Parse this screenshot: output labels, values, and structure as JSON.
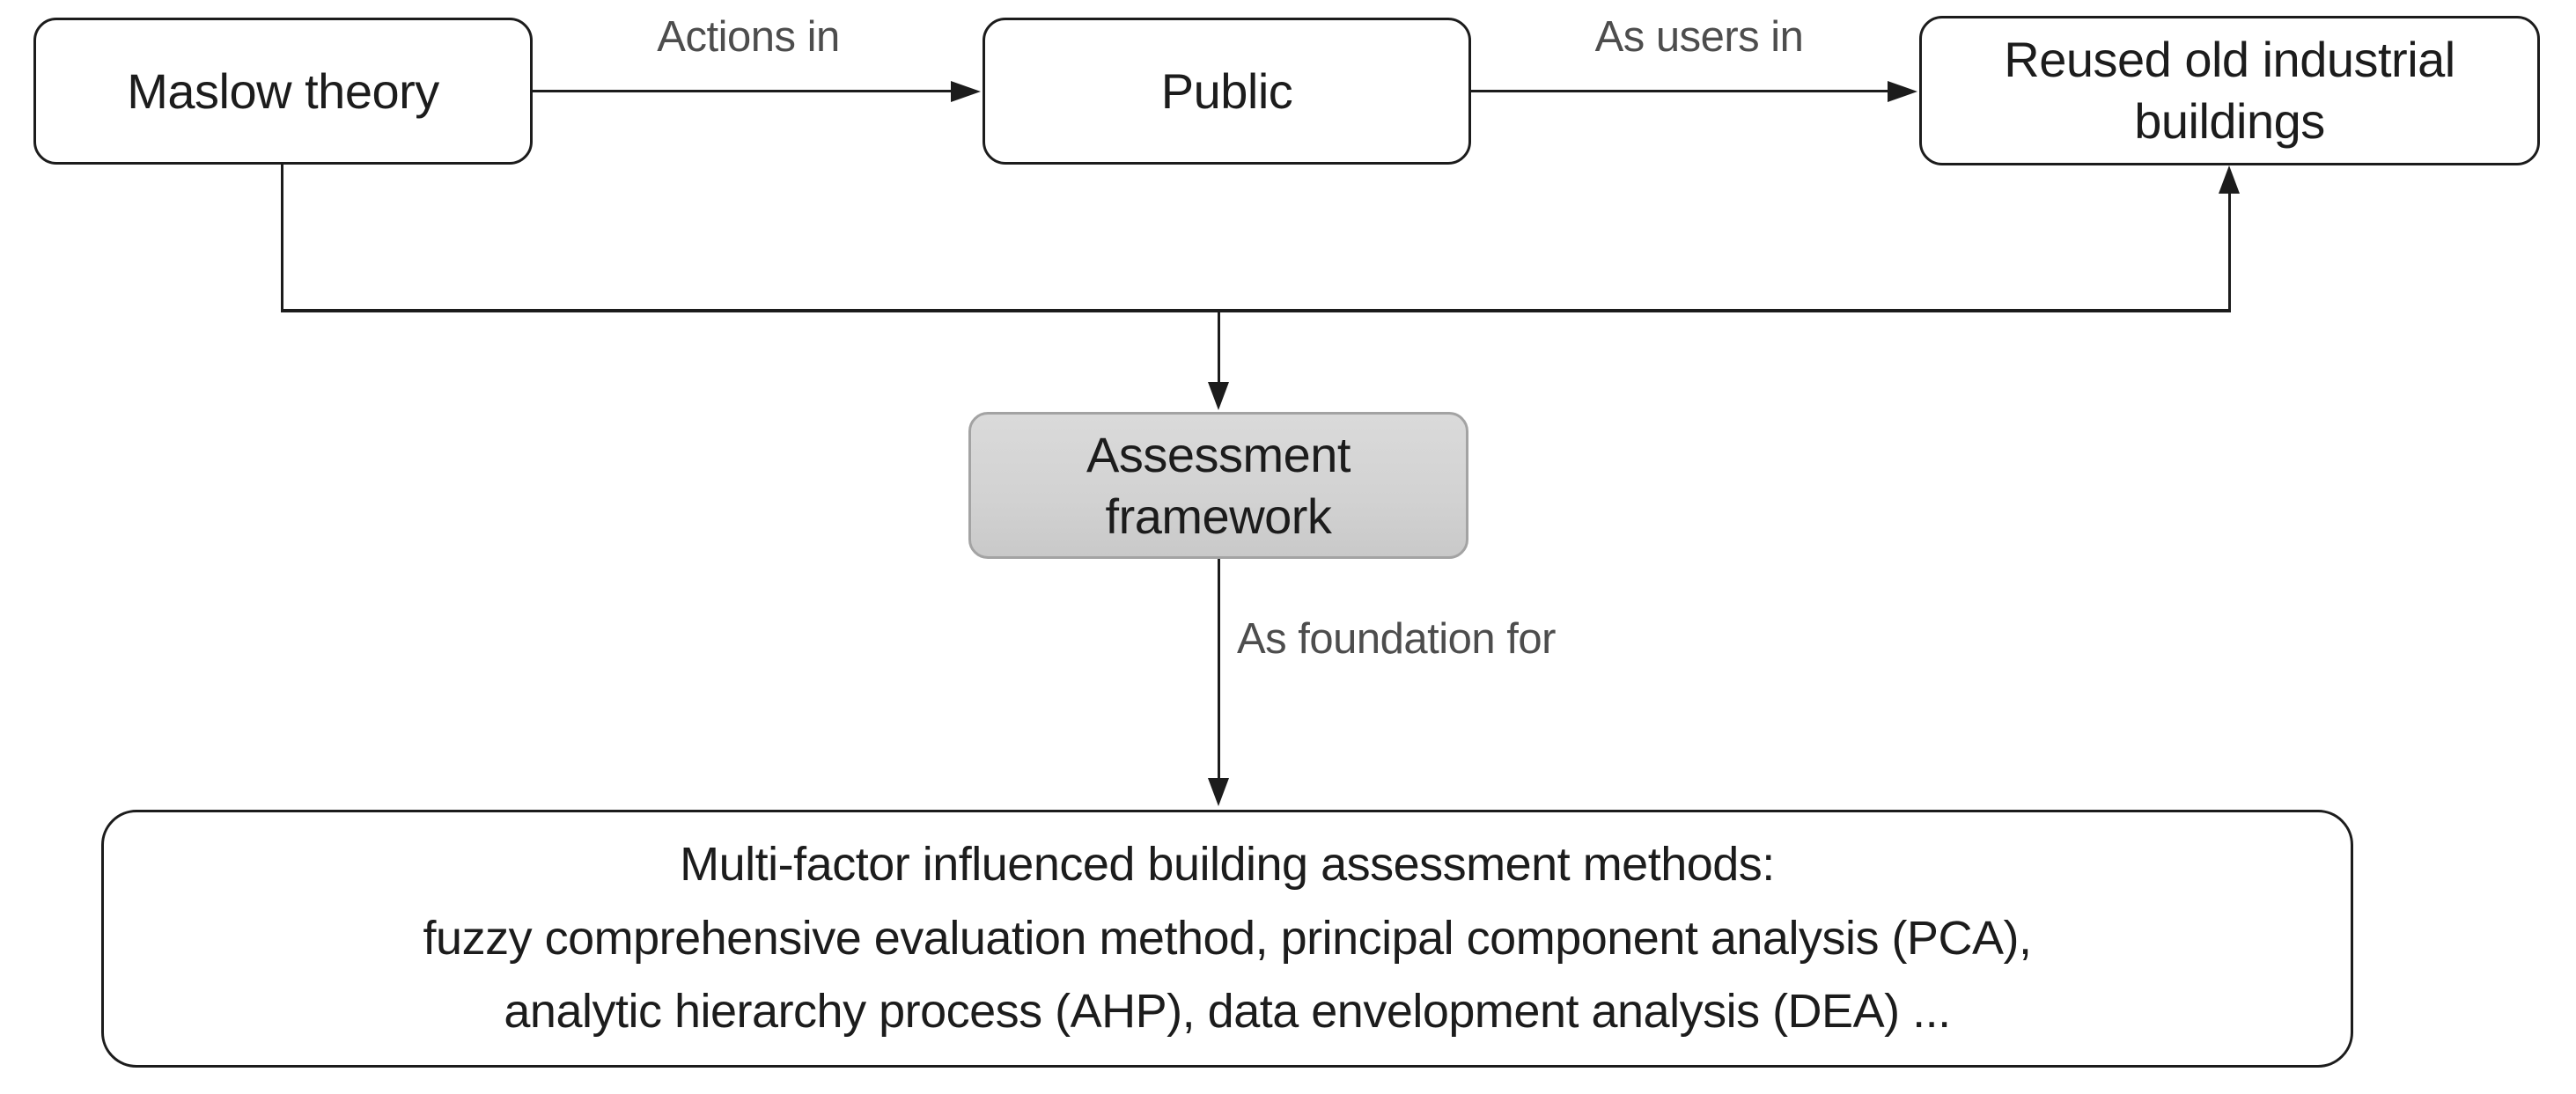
{
  "diagram": {
    "title": "Assessment framework derivation flowchart",
    "nodes": {
      "maslow": {
        "label": "Maslow theory"
      },
      "public": {
        "label": "Public"
      },
      "reused": {
        "label": "Reused old industrial buildings"
      },
      "assessment": {
        "label": "Assessment framework"
      },
      "methods": {
        "lines": [
          "Multi-factor influenced building assessment methods:",
          "fuzzy comprehensive evaluation method, principal component analysis (PCA),",
          "analytic hierarchy process (AHP), data envelopment analysis (DEA) ..."
        ]
      }
    },
    "edge_labels": {
      "actions_in": "Actions in",
      "as_users_in": "As users in",
      "as_foundation_for": "As foundation for"
    },
    "colors": {
      "background": "#ffffff",
      "line": "#1c1c1c",
      "node_border": "#1c1c1c",
      "node_text": "#1c1c1c",
      "edge_label_text": "#4d4d4d",
      "assessment_fill": "#d2d2d2",
      "assessment_border": "#a3a3a3"
    }
  }
}
